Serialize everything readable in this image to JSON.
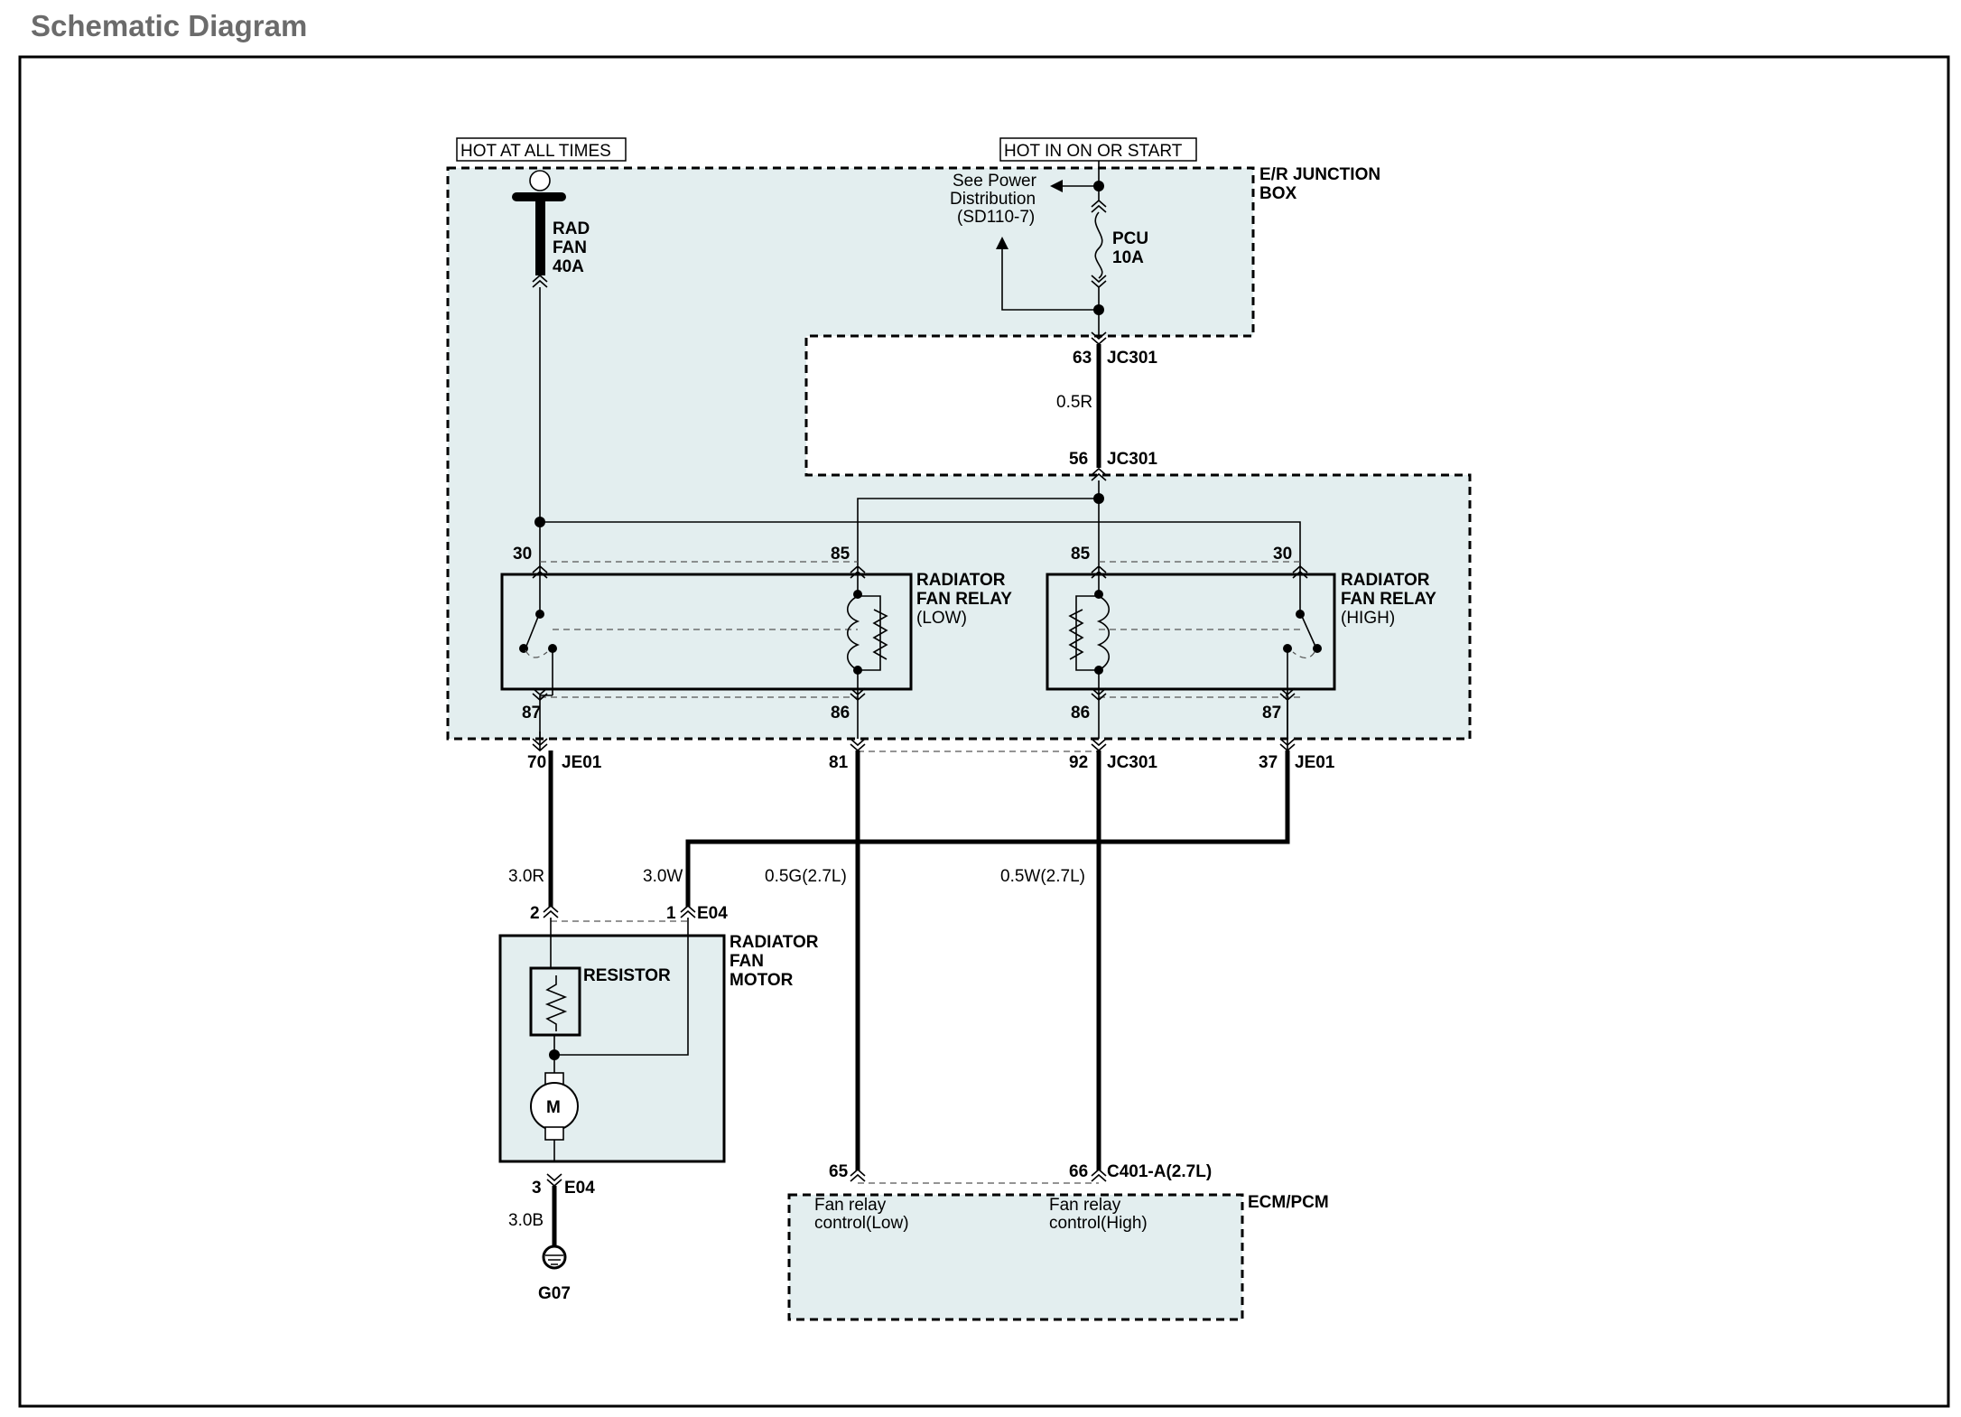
{
  "page": {
    "title": "Schematic Diagram"
  },
  "supplies": {
    "hot_all_times": "HOT AT ALL TIMES",
    "hot_on_start": "HOT IN ON OR START"
  },
  "junction_box": {
    "line1": "E/R JUNCTION",
    "line2": "BOX"
  },
  "power_ref": {
    "line1": "See Power",
    "line2": "Distribution",
    "line3": "(SD110-7)"
  },
  "fuses": {
    "rad_fan": {
      "line1": "RAD",
      "line2": "FAN",
      "line3": "40A"
    },
    "pcu": {
      "line1": "PCU",
      "line2": "10A"
    }
  },
  "relays": {
    "low": {
      "line1": "RADIATOR",
      "line2": "FAN RELAY",
      "line3": "(LOW)",
      "pins": [
        "30",
        "85",
        "87",
        "86"
      ]
    },
    "high": {
      "line1": "RADIATOR",
      "line2": "FAN RELAY",
      "line3": "(HIGH)",
      "pins": [
        "85",
        "30",
        "86",
        "87"
      ]
    }
  },
  "connectors": {
    "c63": {
      "pin": "63",
      "name": "JC301"
    },
    "c56": {
      "pin": "56",
      "name": "JC301"
    },
    "c70": {
      "pin": "70",
      "name": "JE01"
    },
    "c81": {
      "pin": "81"
    },
    "c92": {
      "pin": "92",
      "name": "JC301"
    },
    "c37": {
      "pin": "37",
      "name": "JE01"
    },
    "c2": {
      "pin": "2"
    },
    "c1": {
      "pin": "1",
      "name": "E04"
    },
    "c3": {
      "pin": "3",
      "name": "E04"
    },
    "c65": {
      "pin": "65"
    },
    "c66": {
      "pin": "66",
      "name": "C401-A(2.7L)"
    }
  },
  "wires": {
    "w_05r": "0.5R",
    "w_30r": "3.0R",
    "w_30w": "3.0W",
    "w_05g": "0.5G(2.7L)",
    "w_05w": "0.5W(2.7L)",
    "w_30b": "3.0B"
  },
  "motor": {
    "line1": "RADIATOR",
    "line2": "FAN",
    "line3": "MOTOR",
    "resistor": "RESISTOR",
    "symbol": "M"
  },
  "ground": {
    "name": "G07"
  },
  "ecm": {
    "name": "ECM/PCM",
    "low_line1": "Fan relay",
    "low_line2": "control(Low)",
    "high_line1": "Fan relay",
    "high_line2": "control(High)"
  }
}
